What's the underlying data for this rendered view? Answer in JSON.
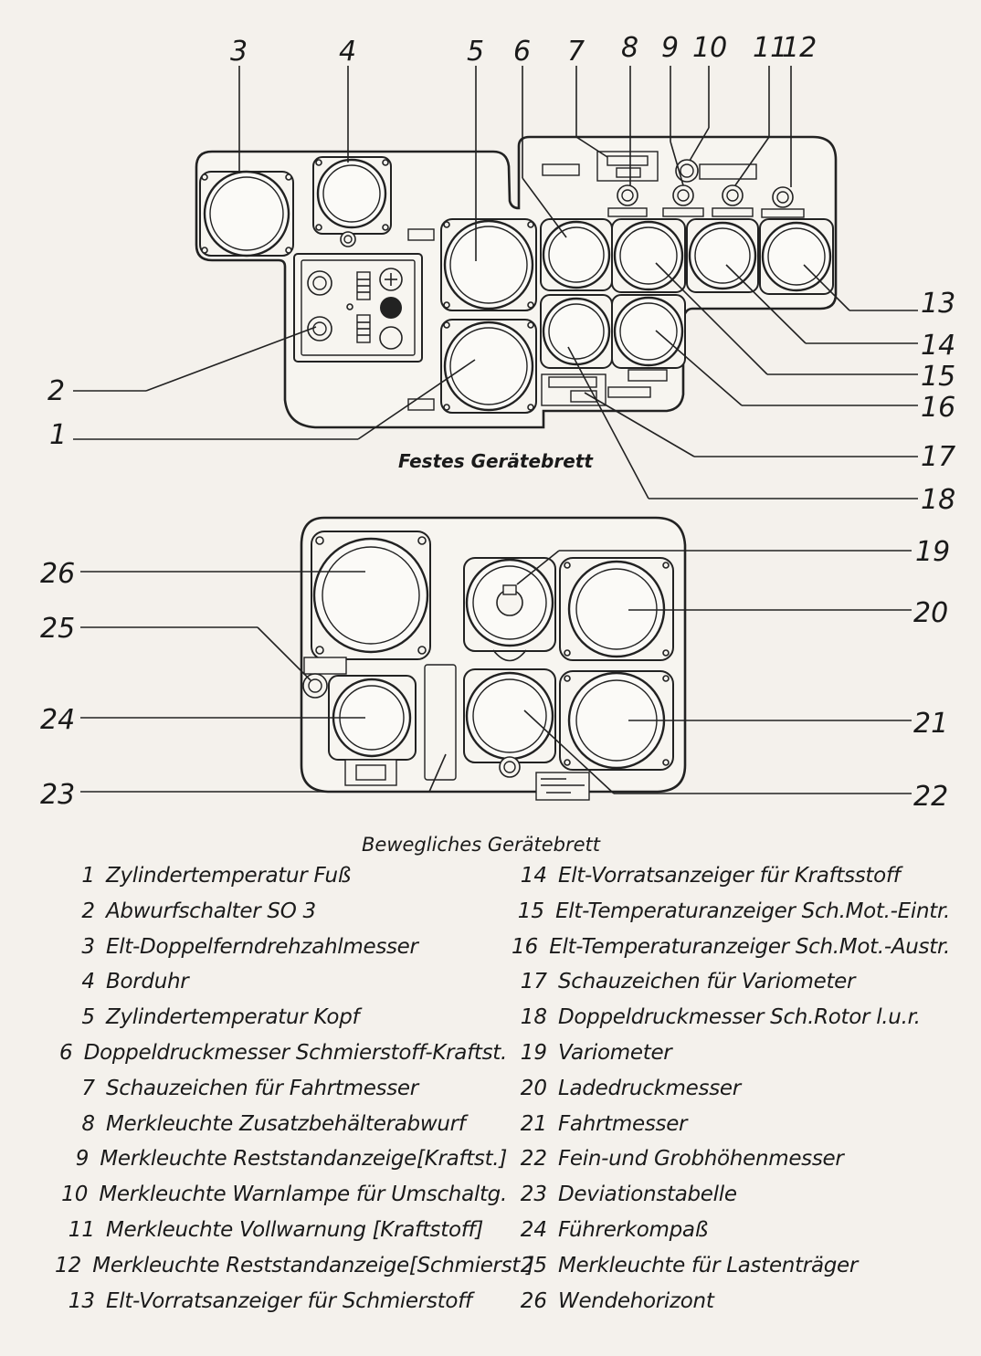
{
  "captions": {
    "fixed_panel": "Festes Gerätebrett",
    "movable_panel": "Bewegliches Gerätebrett"
  },
  "callouts": [
    "1",
    "2",
    "3",
    "4",
    "5",
    "6",
    "7",
    "8",
    "9",
    "10",
    "11",
    "12",
    "13",
    "14",
    "15",
    "16",
    "17",
    "18",
    "19",
    "20",
    "21",
    "22",
    "23",
    "24",
    "25",
    "26"
  ],
  "legend_left": [
    {
      "num": "1",
      "label": "Zylindertemperatur Fuß"
    },
    {
      "num": "2",
      "label": "Abwurfschalter SO 3"
    },
    {
      "num": "3",
      "label": "Elt-Doppelferndrehzahlmesser"
    },
    {
      "num": "4",
      "label": "Borduhr"
    },
    {
      "num": "5",
      "label": "Zylindertemperatur Kopf"
    },
    {
      "num": "6",
      "label": "Doppeldruckmesser Schmierstoff-Kraftst."
    },
    {
      "num": "7",
      "label": "Schauzeichen für Fahrtmesser"
    },
    {
      "num": "8",
      "label": "Merkleuchte Zusatzbehälterabwurf"
    },
    {
      "num": "9",
      "label": "Merkleuchte Reststandanzeige[Kraftst.]"
    },
    {
      "num": "10",
      "label": "Merkleuchte Warnlampe für Umschaltg."
    },
    {
      "num": "11",
      "label": "Merkleuchte Vollwarnung [Kraftstoff]"
    },
    {
      "num": "12",
      "label": "Merkleuchte Reststandanzeige[Schmierst.]"
    },
    {
      "num": "13",
      "label": "Elt-Vorratsanzeiger für Schmierstoff"
    }
  ],
  "legend_right": [
    {
      "num": "14",
      "label": "Elt-Vorratsanzeiger für Kraftsstoff"
    },
    {
      "num": "15",
      "label": "Elt-Temperaturanzeiger Sch.Mot.-Eintr."
    },
    {
      "num": "16",
      "label": "Elt-Temperaturanzeiger Sch.Mot.-Austr."
    },
    {
      "num": "17",
      "label": "Schauzeichen für Variometer"
    },
    {
      "num": "18",
      "label": "Doppeldruckmesser Sch.Rotor l.u.r."
    },
    {
      "num": "19",
      "label": "Variometer"
    },
    {
      "num": "20",
      "label": "Ladedruckmesser"
    },
    {
      "num": "21",
      "label": "Fahrtmesser"
    },
    {
      "num": "22",
      "label": "Fein-und Grobhöhenmesser"
    },
    {
      "num": "23",
      "label": "Deviationstabelle"
    },
    {
      "num": "24",
      "label": "Führerkompaß"
    },
    {
      "num": "25",
      "label": "Merkleuchte für Lastenträger"
    },
    {
      "num": "26",
      "label": "Wendehorizont"
    }
  ]
}
